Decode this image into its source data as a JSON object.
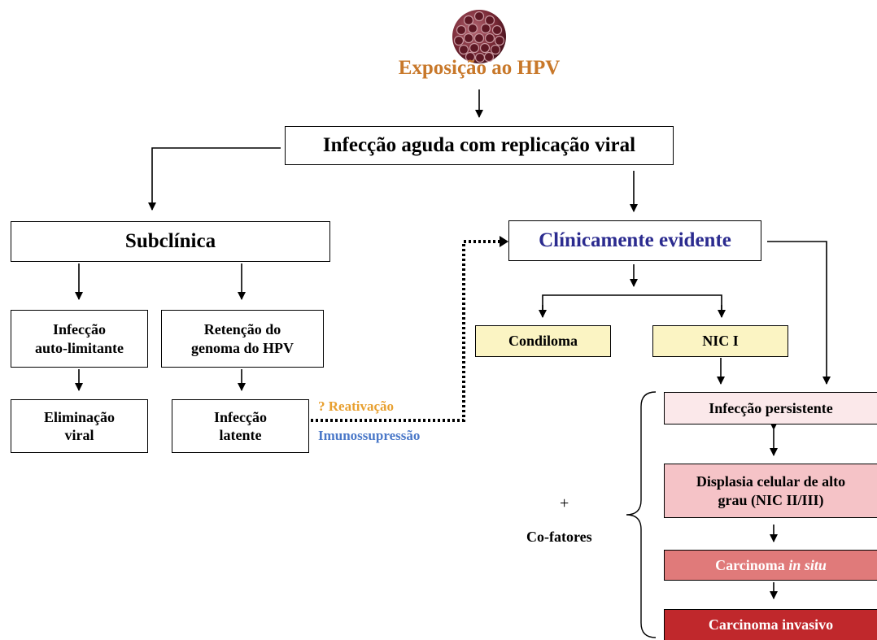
{
  "colors": {
    "title": "#c8782a",
    "clinical": "#2b2b8f",
    "reactivation": "#e8a030",
    "immuno": "#4a78c8",
    "yellow_fill": "#fbf4c3",
    "persist_fill": "#fbe8ea",
    "dysplasia_fill": "#f5c3c7",
    "cis_fill": "#e07a7a",
    "invasive_fill": "#c0282c"
  },
  "icons": {
    "virus": "hpv-virus-icon"
  },
  "title": "Exposição ao HPV",
  "acute": "Infecção aguda com replicação viral",
  "subclinical": {
    "label": "Subclínica",
    "self_limiting": {
      "line1": "Infecção",
      "line2": "auto-limitante"
    },
    "retention": {
      "line1": "Retenção do",
      "line2": "genoma do HPV"
    },
    "elimination": {
      "line1": "Eliminação",
      "line2": "viral"
    },
    "latent": {
      "line1": "Infecção",
      "line2": "latente"
    }
  },
  "reactivation": "? Reativação",
  "immunosuppression": "Imunossupressão",
  "clinical": {
    "label": "Clínicamente evidente",
    "condyloma": "Condiloma",
    "nic1": "NIC I"
  },
  "cofactors": {
    "plus": "+",
    "label": "Co-fatores"
  },
  "progression": {
    "persistent": "Infecção persistente",
    "dysplasia": {
      "line1": "Displasia celular de alto",
      "line2": "grau (NIC II/III)"
    },
    "cis": {
      "prefix": "Carcinoma ",
      "italic": "in situ"
    },
    "invasive": "Carcinoma invasivo"
  }
}
